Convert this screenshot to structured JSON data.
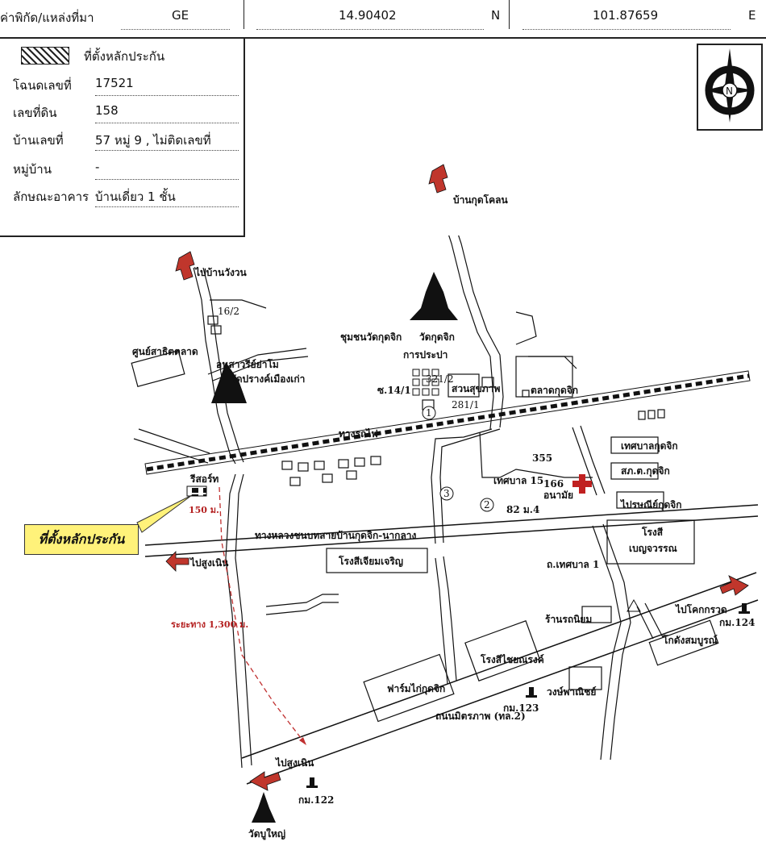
{
  "header": {
    "source_label": "ค่าพิกัด/แหล่งที่มา",
    "source_value": "GE",
    "lat_value": "14.90402",
    "lat_dir": "N",
    "lon_value": "101.87659",
    "lon_dir": "E"
  },
  "info": {
    "legend_label": "ที่ตั้งหลักประกัน",
    "rows": [
      {
        "label": "โฉนดเลขที่",
        "value": "17521"
      },
      {
        "label": "เลขที่ดิน",
        "value": "158"
      },
      {
        "label": "บ้านเลขที่",
        "value": "57 หมู่ 9 , ไม่ติดเลขที่"
      },
      {
        "label": "หมู่บ้าน",
        "value": "-"
      },
      {
        "label": "ลักษณะอาคาร",
        "value": "บ้านเดี่ยว 1 ชั้น"
      }
    ]
  },
  "compass": {
    "letter": "N"
  },
  "map": {
    "callout": "ที่ตั้งหลักประกัน",
    "labels": {
      "ban_kud_khlon": "บ้านกุดโคลน",
      "ban_wang_won": "ไปบ้านวังวน",
      "n16_2": "16/2",
      "wat_kud_chik": "วัดกุดจิก",
      "chumchon": "ชุมชนวัดกุดจิก",
      "kan_prapa": "การประปา",
      "soi14": "ซ.14/1",
      "n321": "321/2",
      "suan": "สวนสุขภาพ",
      "n281": "281/1",
      "talat": "ตลาดกุดจิก",
      "shop_center": "ศูนย์สาธิตตลาด",
      "monument": "อนุสาวรีย์ย่าโม",
      "wat_prang": "วัดปรางค์เมืองเก่า",
      "railway": "ทางรถไฟ",
      "resort": "รีสอร์ท",
      "dist150": "150 ม.",
      "highway": "ทางหลวงชนบทสายบ้านกุดจิก-นากลาง",
      "to_sung_noen_1": "ไปสูงเนิน",
      "school_jiam": "โรงสีเจียมเจริญ",
      "n355": "355",
      "tesaban15": "เทศบาล 15",
      "n166": "166",
      "anamai": "อนามัย",
      "n82": "82 ม.4",
      "tesaban_office": "เทศบาลกุดจิก",
      "police": "สภ.ต.กุดจิก",
      "post": "ไปรษณีย์กุดจิก",
      "mill_ben": "โรงสี",
      "mill_ben2": "เบญจวรรณ",
      "road_tes1": "ถ.เทศบาล 1",
      "dist1300": "ระยะทาง 1,300 ม.",
      "to_khok_kruat": "ไปโคกกรวด",
      "km124": "กม.124",
      "godang": "โกดังสมบูรณ์",
      "ran_ronniyom": "ร้านรถนิยม",
      "mill_chai": "โรงสีไชยณรงค์",
      "farm": "ฟาร์มไก่กุดจิก",
      "friendship": "ถนนมิตรภาพ (ทล.2)",
      "km123": "กม.123",
      "wong": "วงษ์พาณิชย์",
      "to_sung_noen_2": "ไปสูงเนิน",
      "km122": "กม.122",
      "wat_yai": "วัดบูใหญ่",
      "c1": "1",
      "c2": "2",
      "c3": "3"
    }
  }
}
